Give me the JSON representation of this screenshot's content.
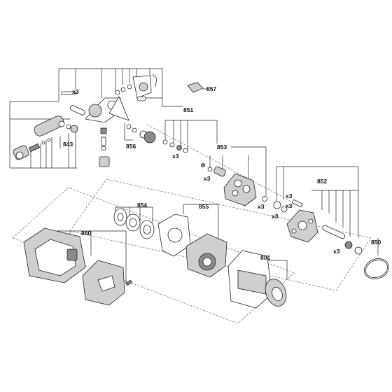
{
  "callouts": {
    "c857": "857",
    "c851": "851",
    "c843": "843",
    "c856": "856",
    "c853": "853",
    "c852": "852",
    "c854": "854",
    "c855": "855",
    "c860": "860",
    "c801": "801",
    "c850": "850"
  },
  "multipliers": {
    "x3_a": "x3",
    "x3_b": "x3",
    "x3_c": "x3",
    "x3_d": "x3",
    "x3_e": "x3",
    "x3_f": "x3",
    "x3_g": "x3",
    "x3_h": "x3"
  }
}
